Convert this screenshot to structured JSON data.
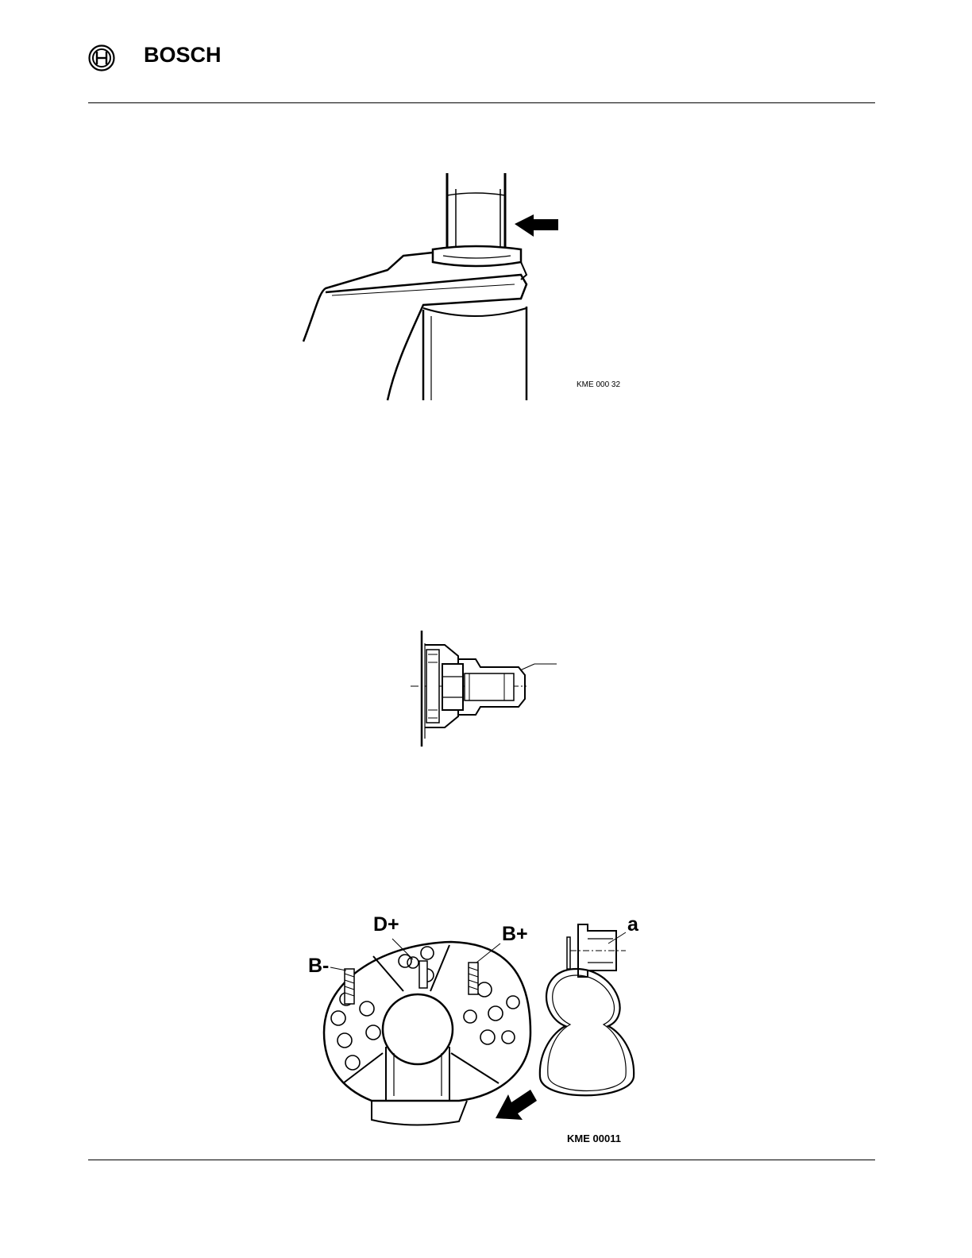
{
  "header": {
    "brand": "BOSCH",
    "logo_icon": "bosch-armature-icon"
  },
  "figures": [
    {
      "id": "fig-1",
      "code": "KME 000 32",
      "icons": [
        "press-arrow-icon"
      ]
    },
    {
      "id": "fig-2",
      "code": ""
    },
    {
      "id": "fig-3",
      "code": "KME 00011",
      "callouts": {
        "d_plus": "D+",
        "b_plus": "B+",
        "b_minus": "B-",
        "a": "a"
      },
      "icons": [
        "insert-arrow-icon"
      ]
    }
  ]
}
